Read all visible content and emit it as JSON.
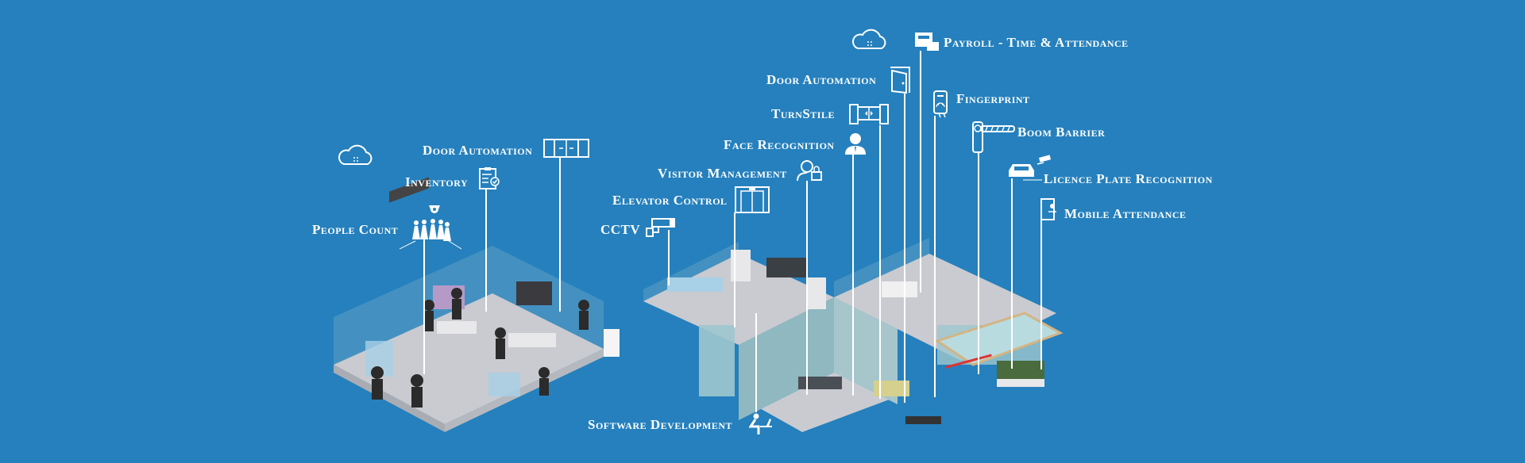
{
  "colors": {
    "background": "#2580bd",
    "label": "#ffffff",
    "floor": "#c9cbd0",
    "glass": "#7fb3c9"
  },
  "left_zone": {
    "labels": [
      {
        "id": "door-automation",
        "text": "Door Automation",
        "icon": "sliding-door-icon"
      },
      {
        "id": "inventory",
        "text": "Inventory",
        "icon": "clipboard-check-icon"
      },
      {
        "id": "people-count",
        "text": "People Count",
        "icon": "people-group-icon"
      }
    ],
    "extra_icons": [
      "cloud-icon",
      "dome-camera-icon"
    ]
  },
  "right_zone": {
    "labels": [
      {
        "id": "payroll",
        "text": "Payroll - Time & Attendance",
        "icon": "payroll-card-icon"
      },
      {
        "id": "door-automation-2",
        "text": "Door Automation",
        "icon": "door-icon"
      },
      {
        "id": "fingerprint",
        "text": "Fingerprint",
        "icon": "fingerprint-reader-icon"
      },
      {
        "id": "turnstile",
        "text": "TurnStile",
        "icon": "turnstile-icon"
      },
      {
        "id": "boom-barrier",
        "text": "Boom Barrier",
        "icon": "boom-barrier-icon"
      },
      {
        "id": "face-recognition",
        "text": "Face Recognition",
        "icon": "person-icon"
      },
      {
        "id": "visitor-management",
        "text": "Visitor Management",
        "icon": "visitor-lock-icon"
      },
      {
        "id": "licence-plate",
        "text": "Licence Plate Recognition",
        "icon": "car-camera-icon"
      },
      {
        "id": "elevator-control",
        "text": "Elevator Control",
        "icon": "elevator-icon"
      },
      {
        "id": "mobile-attendance",
        "text": "Mobile Attendance",
        "icon": "mobile-phone-icon"
      },
      {
        "id": "cctv",
        "text": "CCTV",
        "icon": "cctv-camera-icon"
      },
      {
        "id": "software-development",
        "text": "Software Development",
        "icon": "developer-desk-icon"
      }
    ],
    "extra_icons": [
      "cloud-icon"
    ]
  }
}
